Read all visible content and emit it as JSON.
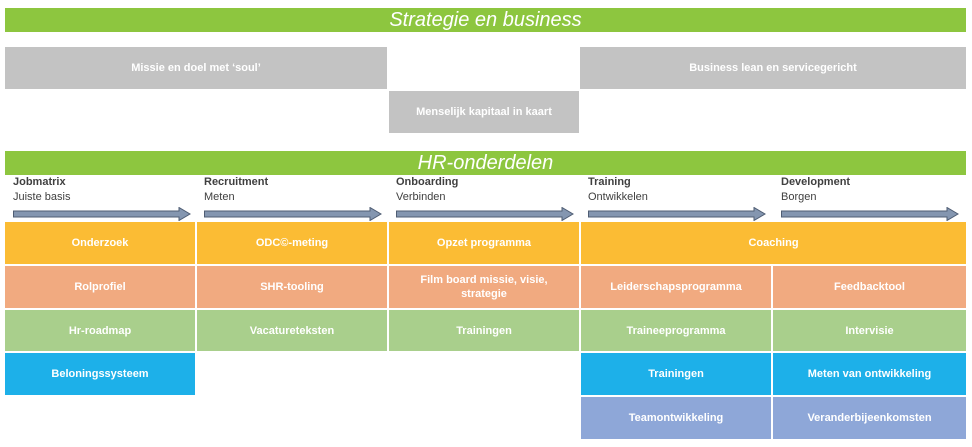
{
  "top_banner": "Strategie en business",
  "strategy": {
    "left": "Missie en doel met ‘soul’",
    "middle": "Menselijk kapitaal in kaart",
    "right": "Business lean en servicegericht"
  },
  "hr_banner": "HR-onderdelen",
  "phases": [
    {
      "title": "Jobmatrix",
      "subtitle": "Juiste basis"
    },
    {
      "title": "Recruitment",
      "subtitle": "Meten"
    },
    {
      "title": "Onboarding",
      "subtitle": "Verbinden"
    },
    {
      "title": "Training",
      "subtitle": "Ontwikkelen"
    },
    {
      "title": "Development",
      "subtitle": "Borgen"
    }
  ],
  "cells": {
    "onderzoek": "Onderzoek",
    "odc_meting": "ODC©-meting",
    "opzet_programma": "Opzet programma",
    "coaching": "Coaching",
    "rolprofiel": "Rolprofiel",
    "shr_tooling": "SHR-tooling",
    "film_board": "Film board missie, visie, strategie",
    "leiderschapsprogramma": "Leiderschapsprogramma",
    "feedbacktool": "Feedbacktool",
    "hr_roadmap": "Hr-roadmap",
    "vacatureteksten": "Vacatureteksten",
    "trainingen_onboarding": "Trainingen",
    "traineeprogramma": "Traineeprogramma",
    "intervisie": "Intervisie",
    "beloningssysteem": "Beloningssysteem",
    "trainingen_training": "Trainingen",
    "meten_van_ontwikkeling": "Meten van ontwikkeling",
    "teamontwikkeling": "Teamontwikkeling",
    "veranderbijeenkomsten": "Veranderbijeenkomsten"
  },
  "colors": {
    "banner": "#8dc63f",
    "strategy_box": "#c3c3c3",
    "orange": "#fbbc34",
    "salmon": "#f1aa80",
    "green": "#a9cf8c",
    "blue": "#1db0e9",
    "purple": "#8ea7d8",
    "arrow_fill": "#8496b0",
    "arrow_stroke": "#4f5d73"
  }
}
